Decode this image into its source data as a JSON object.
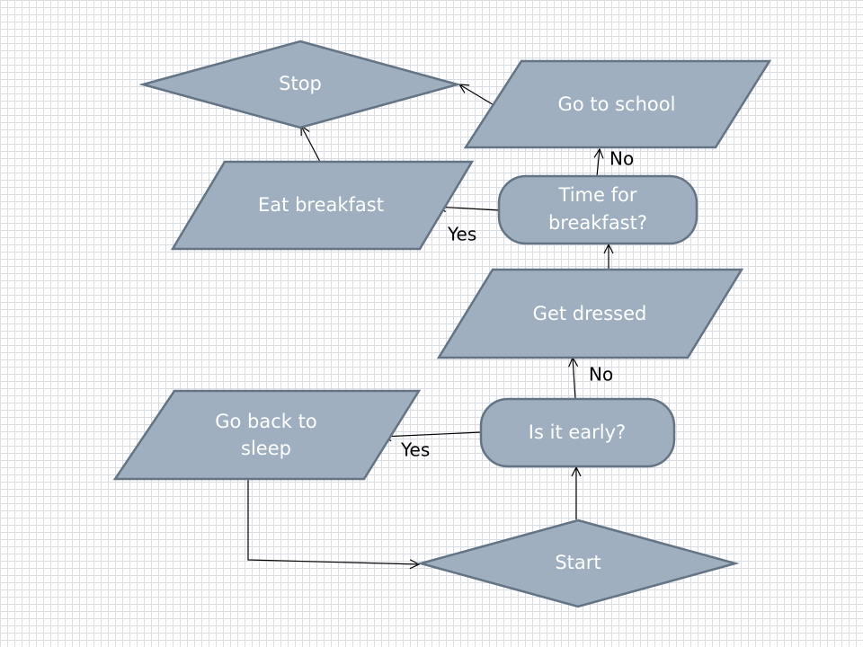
{
  "nodes": {
    "stop": {
      "label": "Stop",
      "shape": "decision"
    },
    "go_to_school": {
      "label": "Go to school",
      "shape": "input-output"
    },
    "eat_breakfast": {
      "label": "Eat breakfast",
      "shape": "input-output"
    },
    "time_for_breakfast": {
      "lines": [
        "Time for",
        "breakfast?"
      ],
      "shape": "process"
    },
    "get_dressed": {
      "label": "Get dressed",
      "shape": "input-output"
    },
    "go_back_to_sleep": {
      "lines": [
        "Go back to",
        "sleep"
      ],
      "shape": "input-output"
    },
    "is_it_early": {
      "label": "Is it early?",
      "shape": "process"
    },
    "start": {
      "label": "Start",
      "shape": "decision"
    }
  },
  "edge_labels": {
    "breakfast_no": "No",
    "breakfast_yes": "Yes",
    "early_no": "No",
    "early_yes": "Yes"
  },
  "colors": {
    "shape_fill": "#9fafbf",
    "shape_stroke": "#647484",
    "label_text": "#ffffff",
    "connector": "#000000"
  }
}
